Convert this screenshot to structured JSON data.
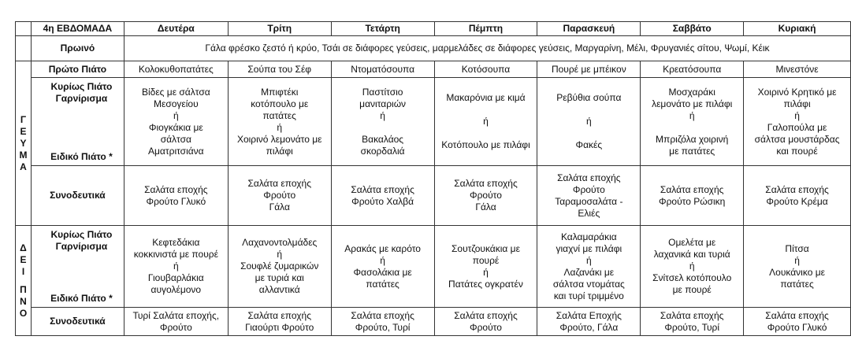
{
  "header": {
    "week": "4η ΕΒΔΟΜΑΔΑ",
    "days": [
      "Δευτέρα",
      "Τρίτη",
      "Τετάρτη",
      "Πέμπτη",
      "Παρασκευή",
      "Σαββάτο",
      "Κυριακή"
    ]
  },
  "breakfast": {
    "label": "Πρωινό",
    "text": "Γάλα φρέσκο ζεστό ή κρύο, Τσάι σε διάφορες γεύσεις, μαρμελάδες σε διάφορες γεύσεις, Μαργαρίνη, Μέλι, Φρυγανιές σίτου, Ψωμί, Κέικ"
  },
  "lunch": {
    "side_letters": [
      "Γ",
      "Ε",
      "Υ",
      "Μ",
      "Α"
    ],
    "first_label": "Πρώτο Πιάτο",
    "first": [
      "Κολοκυθοπατάτες",
      "Σούπα του Σέφ",
      "Ντοματόσουπα",
      "Κοτόσουπα",
      "Πουρέ με μπέικον",
      "Κρεατόσουπα",
      "Μινεστόνε"
    ],
    "main_label_1": "Κυρίως Πιάτο",
    "main_label_2": "Γαρνίρισμα",
    "special_label": "Ειδικό Πιάτο *",
    "main": [
      [
        "Βίδες με σάλτσα",
        "Μεσογείου",
        "ή",
        "Φιογκάκια με",
        "σάλτσα",
        "Αματριτσιάνα"
      ],
      [
        "Μπιφτέκι",
        "κοτόπουλο με",
        "πατάτες",
        "ή",
        "Χοιρινό λεμονάτο με",
        "πιλάφι"
      ],
      [
        "Παστίτσιο",
        "μανιταριών",
        "ή",
        "",
        "Βακαλάος",
        "σκορδαλιά"
      ],
      [
        "Μακαρόνια με κιμά",
        "",
        "ή",
        "",
        "Κοτόπουλο με πιλάφι"
      ],
      [
        "Ρεβύθια σούπα",
        "",
        "ή",
        "",
        "Φακές"
      ],
      [
        "Μοσχαράκι",
        "λεμονάτο με πιλάφι",
        "ή",
        "",
        "Μπριζόλα χοιρινή",
        "με πατάτες"
      ],
      [
        "Χοιρινό Κρητικό με",
        "πιλάφι",
        "ή",
        "Γαλοπούλα με",
        "σάλτσα μουστάρδας",
        "και πουρέ"
      ]
    ],
    "sides_label": "Συνοδευτικά",
    "sides": [
      [
        "Σαλάτα εποχής",
        "Φρούτο Γλυκό"
      ],
      [
        "Σαλάτα εποχής",
        "Φρούτο",
        "Γάλα"
      ],
      [
        "Σαλάτα εποχής",
        "Φρούτο Χαλβά"
      ],
      [
        "Σαλάτα εποχής",
        "Φρούτο",
        "Γάλα"
      ],
      [
        "Σαλάτα εποχής",
        "Φρούτο",
        "Ταραμοσαλάτα -",
        "Ελιές"
      ],
      [
        "Σαλάτα εποχής",
        "Φρούτο Ρώσικη"
      ],
      [
        "Σαλάτα εποχής",
        "Φρούτο Κρέμα"
      ]
    ]
  },
  "dinner": {
    "side_letters": [
      "Δ",
      "Ε",
      "Ι",
      "Π",
      "Ν",
      "Ο"
    ],
    "main_label_1": "Κυρίως Πιάτο",
    "main_label_2": "Γαρνίρισμα",
    "special_label": "Ειδικό Πιάτο *",
    "main": [
      [
        "Κεφτεδάκια",
        "κοκκινιστά με πουρέ",
        "ή",
        "Γιουβαρλάκια",
        "αυγολέμονο"
      ],
      [
        "Λαχανοντολμάδες",
        "ή",
        "Σουφλέ ζυμαρικών",
        "με τυριά και",
        "αλλαντικά"
      ],
      [
        "Αρακάς με καρότο",
        "ή",
        "Φασολάκια με",
        "πατάτες"
      ],
      [
        "Σουτζουκάκια με",
        "πουρέ",
        "ή",
        "Πατάτες ογκρατέν"
      ],
      [
        "Καλαμαράκια",
        "γιαχνί με πιλάφι",
        "ή",
        "Λαζανάκι με",
        "σάλτσα ντομάτας",
        "και τυρί τριμμένο"
      ],
      [
        "Ομελέτα με",
        "λαχανικά και τυριά",
        "ή",
        "Σνίτσελ κοτόπουλο",
        "με πουρέ"
      ],
      [
        "Πίτσα",
        "ή",
        "Λουκάνικο με",
        "πατάτες"
      ]
    ],
    "sides_label": "Συνοδευτικά",
    "sides": [
      [
        "Τυρί Σαλάτα εποχής,",
        "Φρούτο"
      ],
      [
        "Σαλάτα εποχής",
        "Γιαούρτι Φρούτο"
      ],
      [
        "Σαλάτα εποχής",
        "Φρούτο, Τυρί"
      ],
      [
        "Σαλάτα εποχής",
        "Φρούτο"
      ],
      [
        "Σαλάτα Εποχής",
        "Φρούτο, Γάλα"
      ],
      [
        "Σαλάτα εποχής",
        "Φρούτο, Τυρί"
      ],
      [
        "Σαλάτα εποχής",
        "Φρούτο Γλυκό"
      ]
    ]
  }
}
